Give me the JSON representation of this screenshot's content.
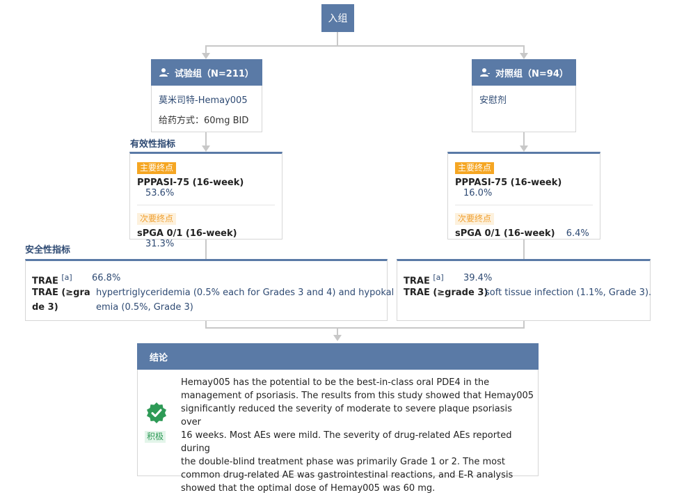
{
  "top_node": {
    "label": "入组"
  },
  "arms": [
    {
      "header": "试验组（N=211）",
      "drug": "莫米司特-Hemay005",
      "dosing": "给药方式：60mg BID",
      "efficacy": {
        "primary_tag": "主要终点",
        "primary_metric": "PPPASI-75 (16-week)",
        "primary_value": "53.6%",
        "secondary_tag": "次要终点",
        "secondary_metric": "sPGA 0/1 (16-week)",
        "secondary_value": "31.3%"
      },
      "safety": {
        "trae_key": "TRAE",
        "trae_sup": "[a]",
        "trae_value": "66.8%",
        "grade3_key_line1": "TRAE (≥gra",
        "grade3_key_line2": "de 3)",
        "grade3_value_line1": "hypertriglyceridemia (0.5% each for Grades 3 and 4) and hypokal",
        "grade3_value_line2": "emia (0.5%, Grade 3)"
      }
    },
    {
      "header": "对照组（N=94）",
      "drug": "安慰剂",
      "efficacy": {
        "primary_tag": "主要终点",
        "primary_metric": "PPPASI-75 (16-week)",
        "primary_value": "16.0%",
        "secondary_tag": "次要终点",
        "secondary_metric": "sPGA 0/1 (16-week)",
        "secondary_value": "6.4%"
      },
      "safety": {
        "trae_key": "TRAE",
        "trae_sup": "[a]",
        "trae_value": "39.4%",
        "grade3_key": "TRAE (≥grade 3)",
        "grade3_value": "soft tissue infection (1.1%, Grade 3)."
      }
    }
  ],
  "labels": {
    "efficacy_section": "有效性指标",
    "safety_section": "安全性指标"
  },
  "conclusion": {
    "title": "结论",
    "badge": "积极",
    "lines": [
      "Hemay005 has the potential to be the best-in-class oral PDE4 in the",
      "management of psoriasis. The results from this study showed that Hemay005",
      "significantly reduced the severity of moderate to severe plaque psoriasis over",
      "16 weeks. Most AEs were mild. The severity of drug-related AEs reported during",
      "the double-blind treatment phase was primarily Grade 1 or 2. The most",
      "common drug-related AE was gastrointestinal reactions, and E-R analysis",
      "showed that the optimal dose of Hemay005 was 60 mg."
    ]
  },
  "colors": {
    "node_fill": "#5a7aa6",
    "primary_tag": "#f5a623",
    "secondary_tag_bg": "#fdf1dd",
    "value_text": "#2e4a73",
    "positive_green": "#2e9a56"
  },
  "icons": [
    "user-icon",
    "check-badge-icon"
  ]
}
